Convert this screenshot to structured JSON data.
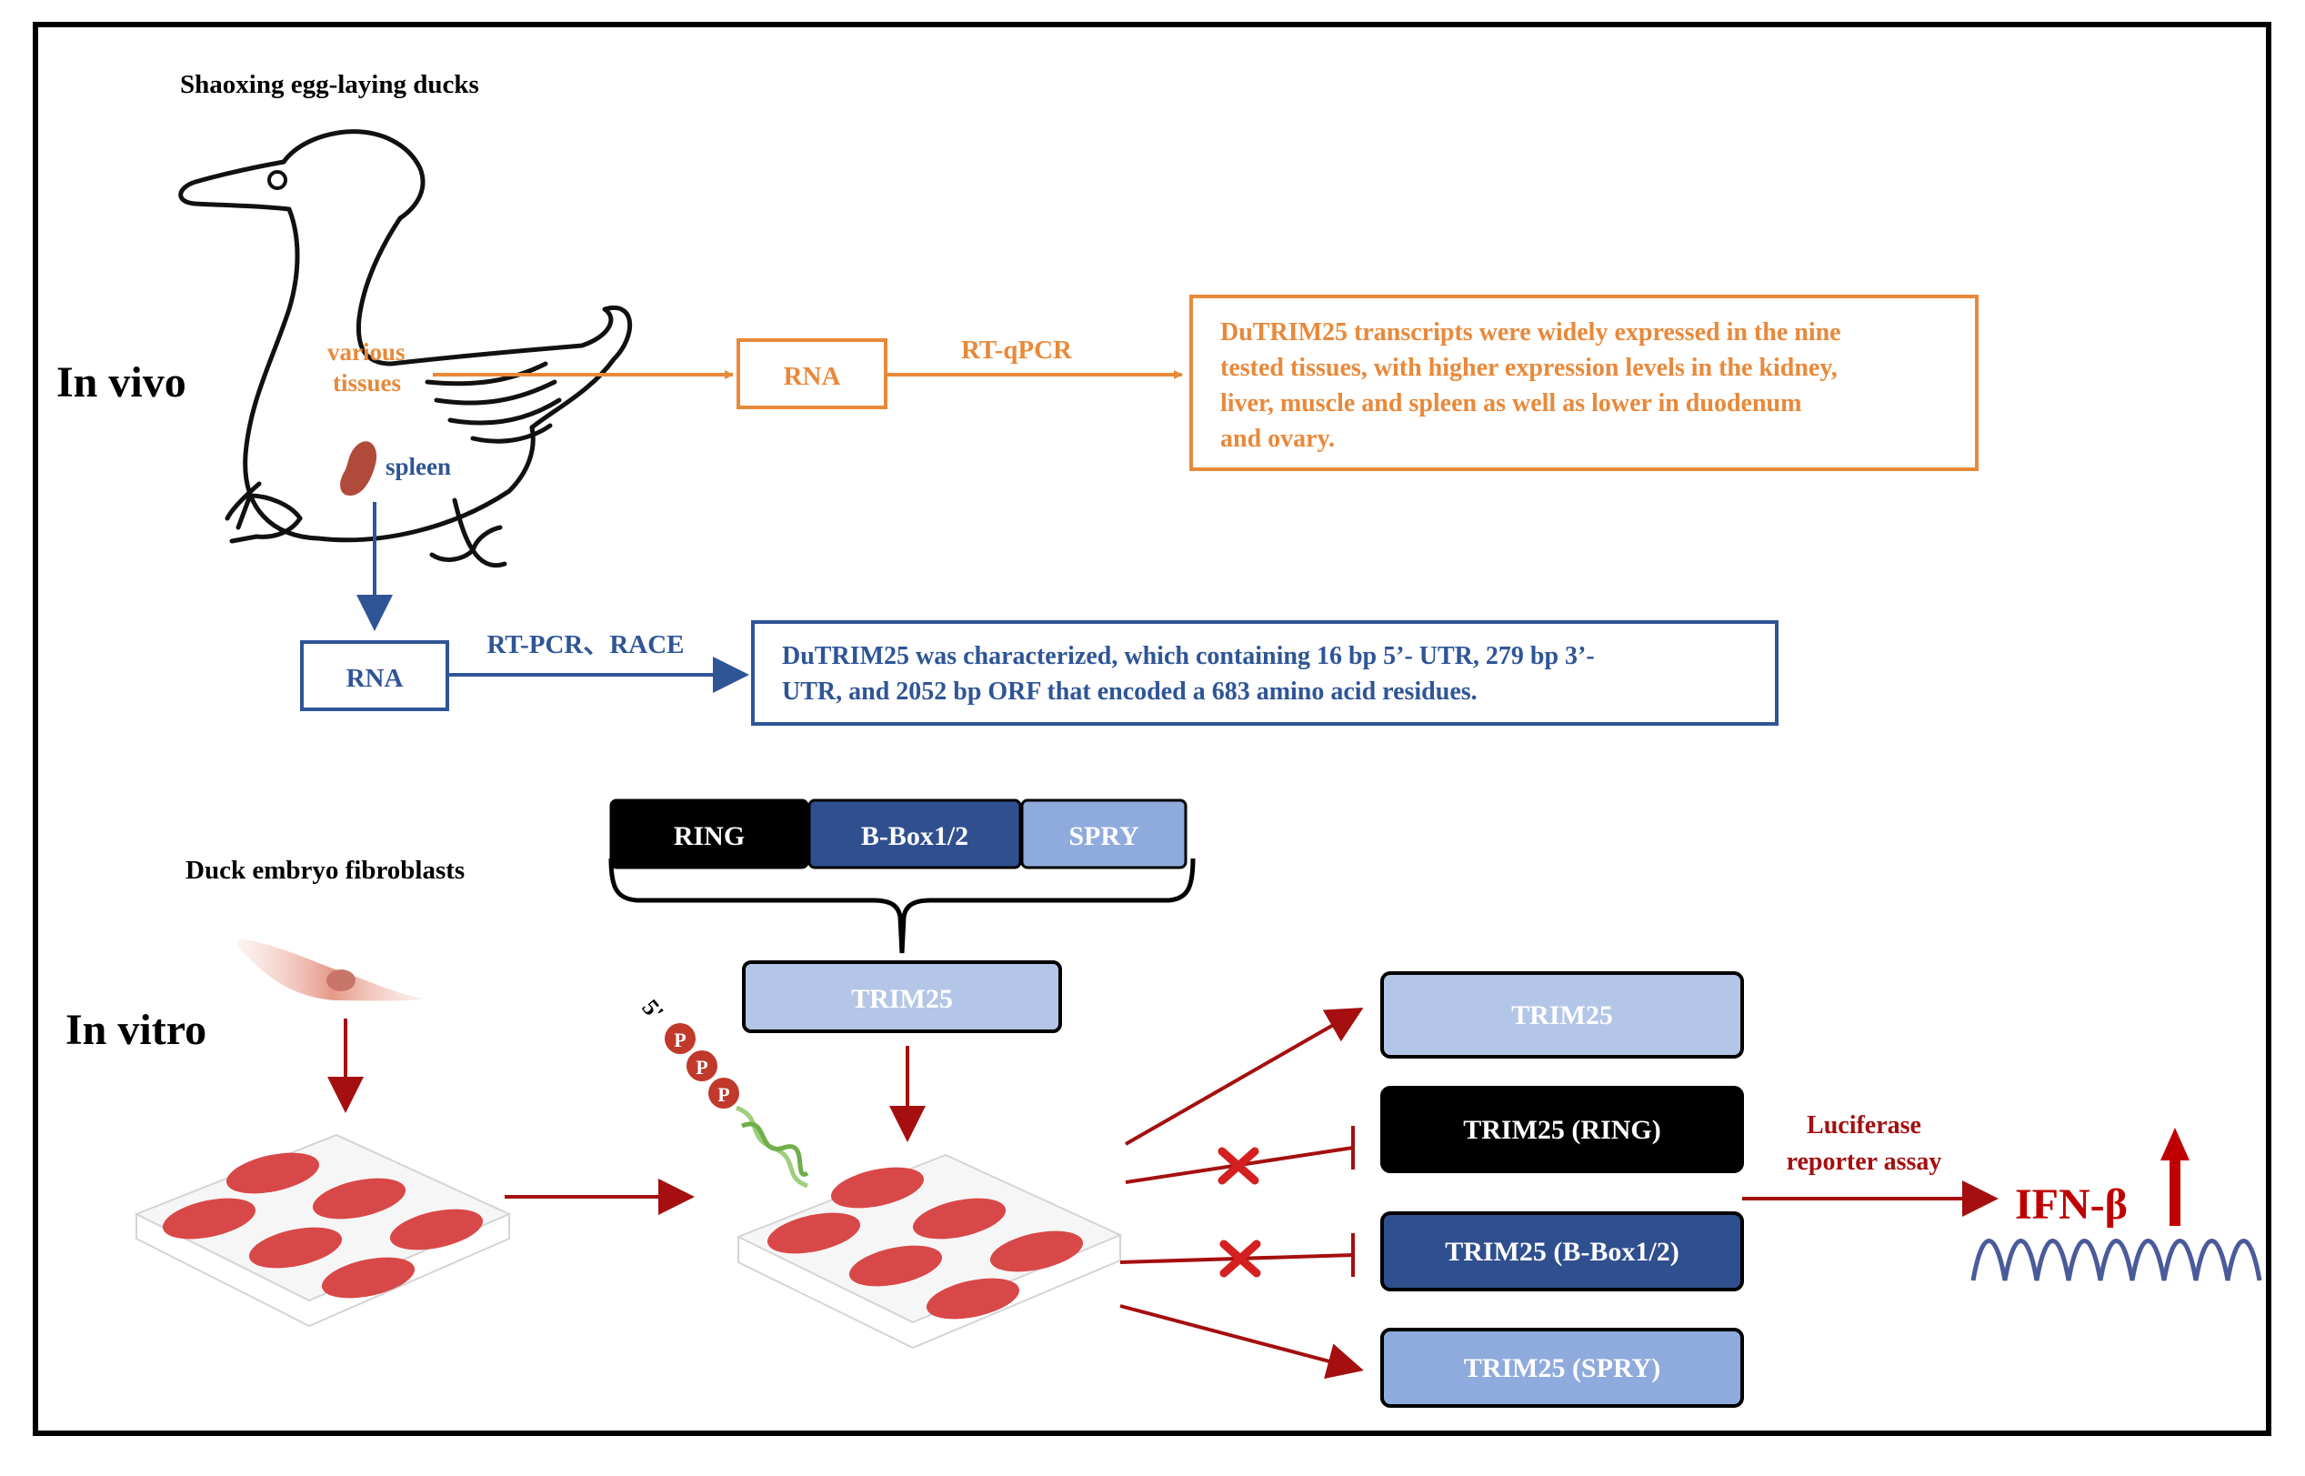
{
  "section_labels": {
    "in_vivo": "In vivo",
    "in_vitro": "In vitro"
  },
  "titles": {
    "ducks": "Shaoxing egg-laying ducks",
    "fibroblasts": "Duck embryo fibroblasts"
  },
  "in_vivo": {
    "tissue_label_1": "various",
    "tissue_label_2": "tissues",
    "spleen_label": "spleen",
    "rna_top": "RNA",
    "rtqpcr": "RT-qPCR",
    "result_orange": [
      "DuTRIM25 transcripts were widely expressed in the nine",
      "tested tissues, with higher expression levels in the kidney,",
      "liver, muscle and spleen as well as lower in duodenum",
      "and ovary."
    ],
    "rna_bottom": "RNA",
    "rtpcr_race": "RT-PCR、RACE",
    "result_blue": [
      "DuTRIM25 was characterized, which containing 16 bp 5’- UTR, 279 bp 3’-",
      "UTR, and 2052 bp ORF that encoded a 683 amino acid residues."
    ]
  },
  "in_vitro": {
    "domains": [
      "RING",
      "B-Box1/2",
      "SPRY"
    ],
    "trim25": "TRIM25",
    "ppp_prefix": "5'",
    "ppp_letters": [
      "P",
      "P",
      "P"
    ],
    "constructs": [
      "TRIM25",
      "TRIM25 (RING)",
      "TRIM25 (B-Box1/2)",
      "TRIM25 (SPRY)"
    ],
    "assay_1": "Luciferase",
    "assay_2": "reporter assay",
    "output": "IFN-β"
  },
  "colors": {
    "orange": "#e8893a",
    "blue": "#2f5597",
    "dark_red": "#a50f0f",
    "light_blue": "#b4c6e7",
    "mid_blue": "#8faadc",
    "navy": "#2f4f8f",
    "black": "#000000"
  }
}
